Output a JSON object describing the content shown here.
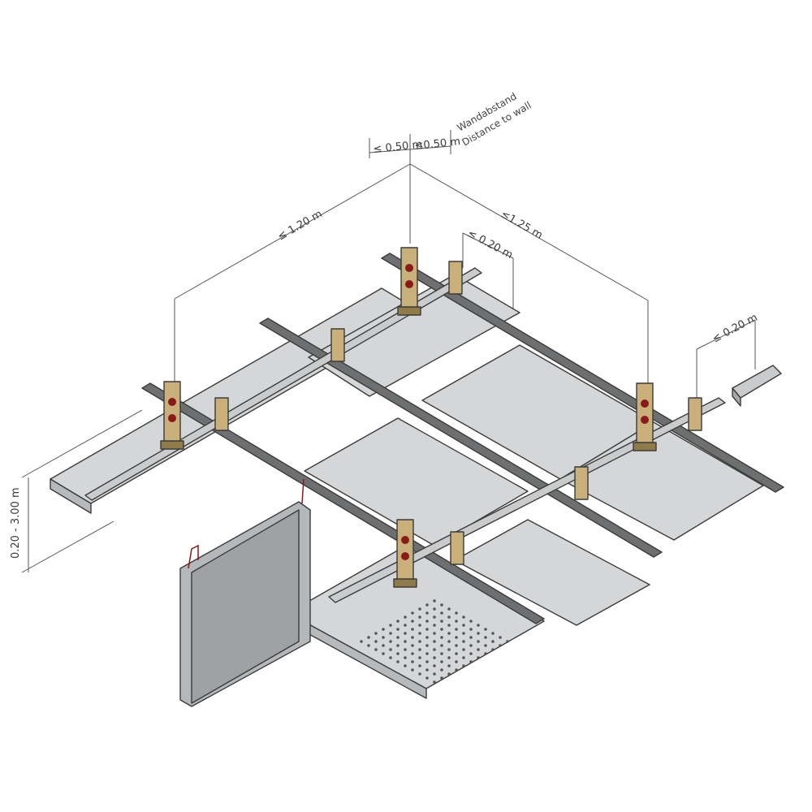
{
  "dimensions": {
    "wall_left": "≤ 0.50 m",
    "wall_right": "≤0.50 m",
    "wall_note_de": "Wandabstand",
    "wall_note_en": "Distance to wall",
    "span_long": "≤ 1.20 m",
    "span_cross": "≤1.25 m",
    "edge_offset": "≤ 0.20 m",
    "edge_offset_right": "≤ 0.20 m",
    "suspension_height": "0.20 - 3.00 m"
  },
  "colors": {
    "panel_top": "#d4d6d8",
    "panel_side": "#b7babd",
    "rail_dark": "#6e6f70",
    "rail_light": "#c9cbcc",
    "bracket": "#c9b07a",
    "bracket_dark": "#8f7a4a",
    "bolt": "#8a1a1a",
    "line": "#555555"
  }
}
